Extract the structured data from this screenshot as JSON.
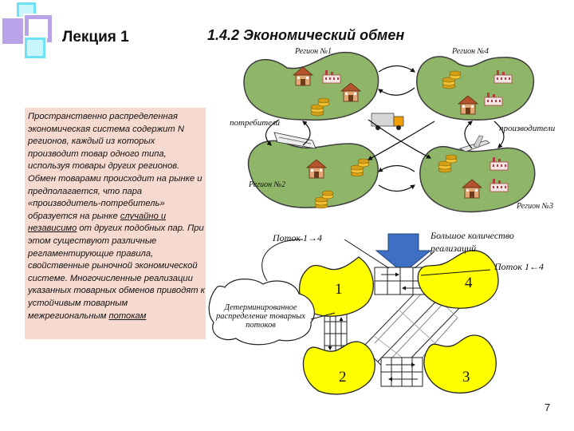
{
  "header": {
    "lecture_title": "Лекция 1",
    "slide_title": "1.4.2 Экономический обмен"
  },
  "description": {
    "part1": "Пространственно распределенная экономическая система содержит N регионов, каждый из которых производит товар одного типа, используя товары других регионов. Обмен товарами происходит на рынке и предполагается, что пара «производитель-потребитель» образуется на рынке ",
    "random": "случайно и независимо",
    "part2": " от других подобных пар. При этом существуют различные регламентирующие правила, свойственные рыночной экономической системе. Многочисленные реализации указанных товарных обменов приводят к устойчивым товарным межрегиональным ",
    "flows": "потокам"
  },
  "diagram": {
    "region1": "Регион №1",
    "region4": "Регион №4",
    "region2": "Регион №2",
    "region3": "Регион №3",
    "consumers": "потребители",
    "producers": "производители",
    "flow_1_4": "Поток 1→4",
    "flow_4_1": "Поток 1←4",
    "many_realizations": "Большое количество реализаций",
    "deterministic": "Детерминированное распределение товарных потоков",
    "node1": "1",
    "node2": "2",
    "node3": "3",
    "node4": "4"
  },
  "colors": {
    "region_fill": "#8fb569",
    "node_fill": "#ffff00",
    "desc_bg": "#f6d9cf",
    "arrow_blue": "#3f6fc2",
    "corner_lavender": "#b7a3e6",
    "corner_cyan": "#6fe3f5"
  },
  "footer": {
    "page_number": "7"
  }
}
